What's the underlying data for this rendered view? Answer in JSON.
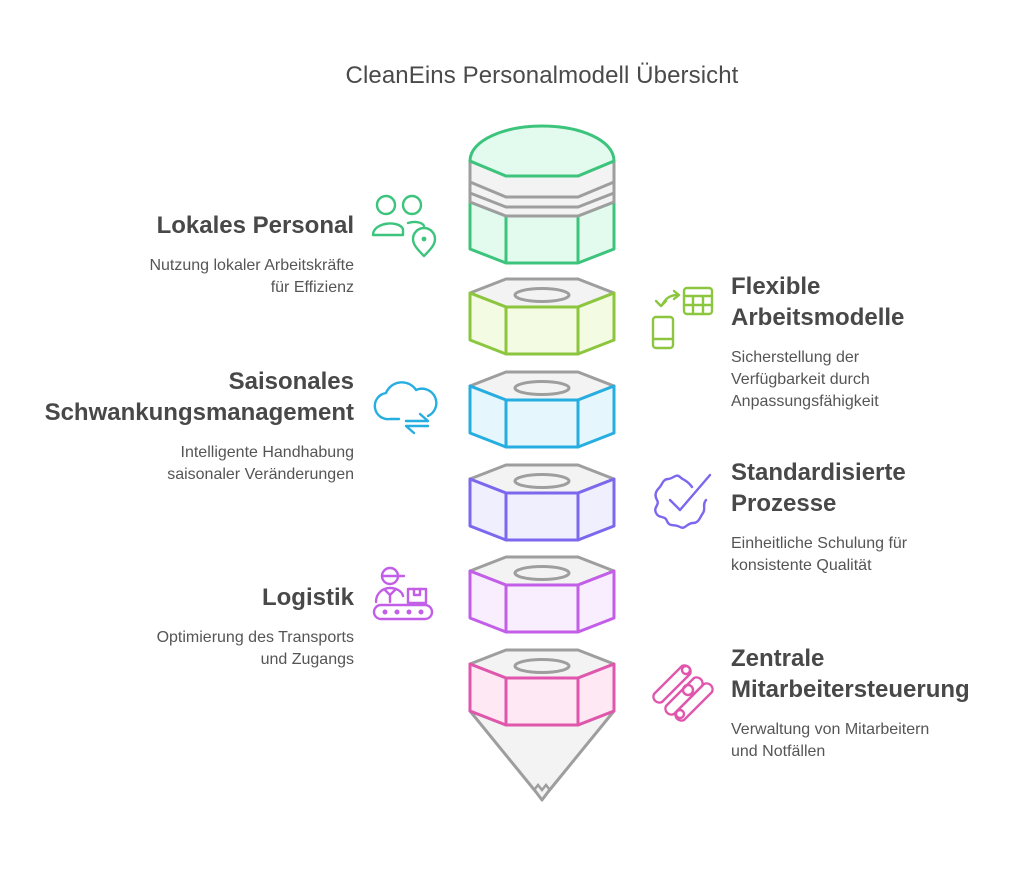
{
  "title": "CleanEins Personalmodell Übersicht",
  "colors": {
    "text_heading": "#484848",
    "text_body": "#555555",
    "outline_grey": "#9e9e9e",
    "face_grey": "#f3f3f3"
  },
  "layers": [
    {
      "id": "lokales-personal",
      "side": "left",
      "shape": "crown",
      "heading": "Lokales Personal",
      "desc_lines": [
        "Nutzung lokaler Arbeitskräfte",
        "für Effizienz"
      ],
      "icon": "people-location-icon",
      "stroke": "#3cc47c",
      "fill": "#e2fbee"
    },
    {
      "id": "flexible-arbeitsmodelle",
      "side": "right",
      "shape": "nut",
      "heading_lines": [
        "Flexible",
        "Arbeitsmodelle"
      ],
      "desc_lines": [
        "Sicherstellung der",
        "Verfügbarkeit durch",
        "Anpassungsfähigkeit"
      ],
      "icon": "mobile-sync-calendar-icon",
      "stroke": "#8cc63f",
      "fill": "#f3fbe2"
    },
    {
      "id": "saisonales-schwankungsmanagement",
      "side": "left",
      "shape": "nut",
      "heading_lines": [
        "Saisonales",
        "Schwankungsmanagement"
      ],
      "desc_lines": [
        "Intelligente Handhabung",
        "saisonaler Veränderungen"
      ],
      "icon": "cloud-sync-icon",
      "stroke": "#27aee0",
      "fill": "#e6f6fd"
    },
    {
      "id": "standardisierte-prozesse",
      "side": "right",
      "shape": "nut",
      "heading_lines": [
        "Standardisierte",
        "Prozesse"
      ],
      "desc_lines": [
        "Einheitliche Schulung für",
        "konsistente Qualität"
      ],
      "icon": "verified-badge-icon",
      "stroke": "#7b68ee",
      "fill": "#efeffd"
    },
    {
      "id": "logistik",
      "side": "left",
      "shape": "nut",
      "heading": "Logistik",
      "desc_lines": [
        "Optimierung des Transports",
        "und Zugangs"
      ],
      "icon": "worker-conveyor-icon",
      "stroke": "#c25ee8",
      "fill": "#f9eefd"
    },
    {
      "id": "zentrale-mitarbeitersteuerung",
      "side": "right",
      "shape": "cone",
      "heading_lines": [
        "Zentrale",
        "Mitarbeitersteuerung"
      ],
      "desc_lines": [
        "Verwaltung von Mitarbeitern",
        "und Notfällen"
      ],
      "icon": "sliders-diagonal-icon",
      "stroke": "#e056ad",
      "fill": "#fde8f4"
    }
  ]
}
